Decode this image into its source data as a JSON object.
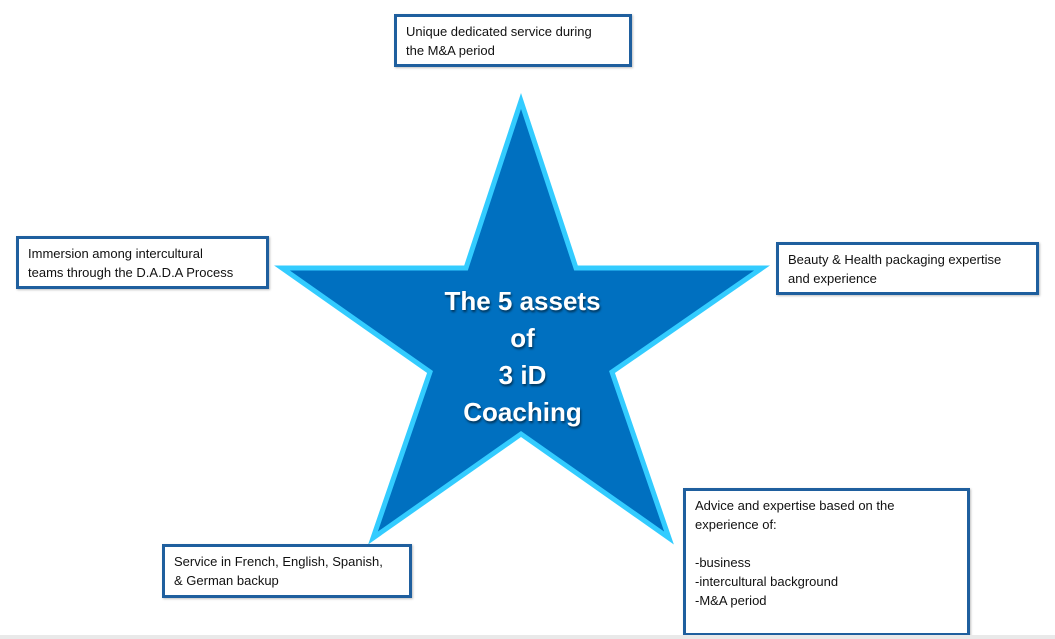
{
  "star": {
    "fill_color": "#0070c0",
    "outline_color": "#33ccff",
    "title_lines": [
      "The 5 assets",
      "of",
      "3 iD",
      "Coaching"
    ]
  },
  "boxes": {
    "top": {
      "lines": [
        "Unique dedicated service during",
        "the M&A period"
      ]
    },
    "left": {
      "lines": [
        "Immersion among intercultural",
        "teams through the D.A.D.A Process"
      ]
    },
    "right": {
      "lines": [
        "Beauty & Health packaging expertise",
        "and experience"
      ]
    },
    "bottom_left": {
      "lines": [
        "Service in French,  English, Spanish,",
        " &  German backup"
      ]
    },
    "bottom_right": {
      "lines": [
        "Advice and expertise based on the",
        "experience of:",
        "",
        "-business",
        "-intercultural background",
        "-M&A period"
      ]
    }
  },
  "colors": {
    "box_border": "#1f5f9e"
  }
}
